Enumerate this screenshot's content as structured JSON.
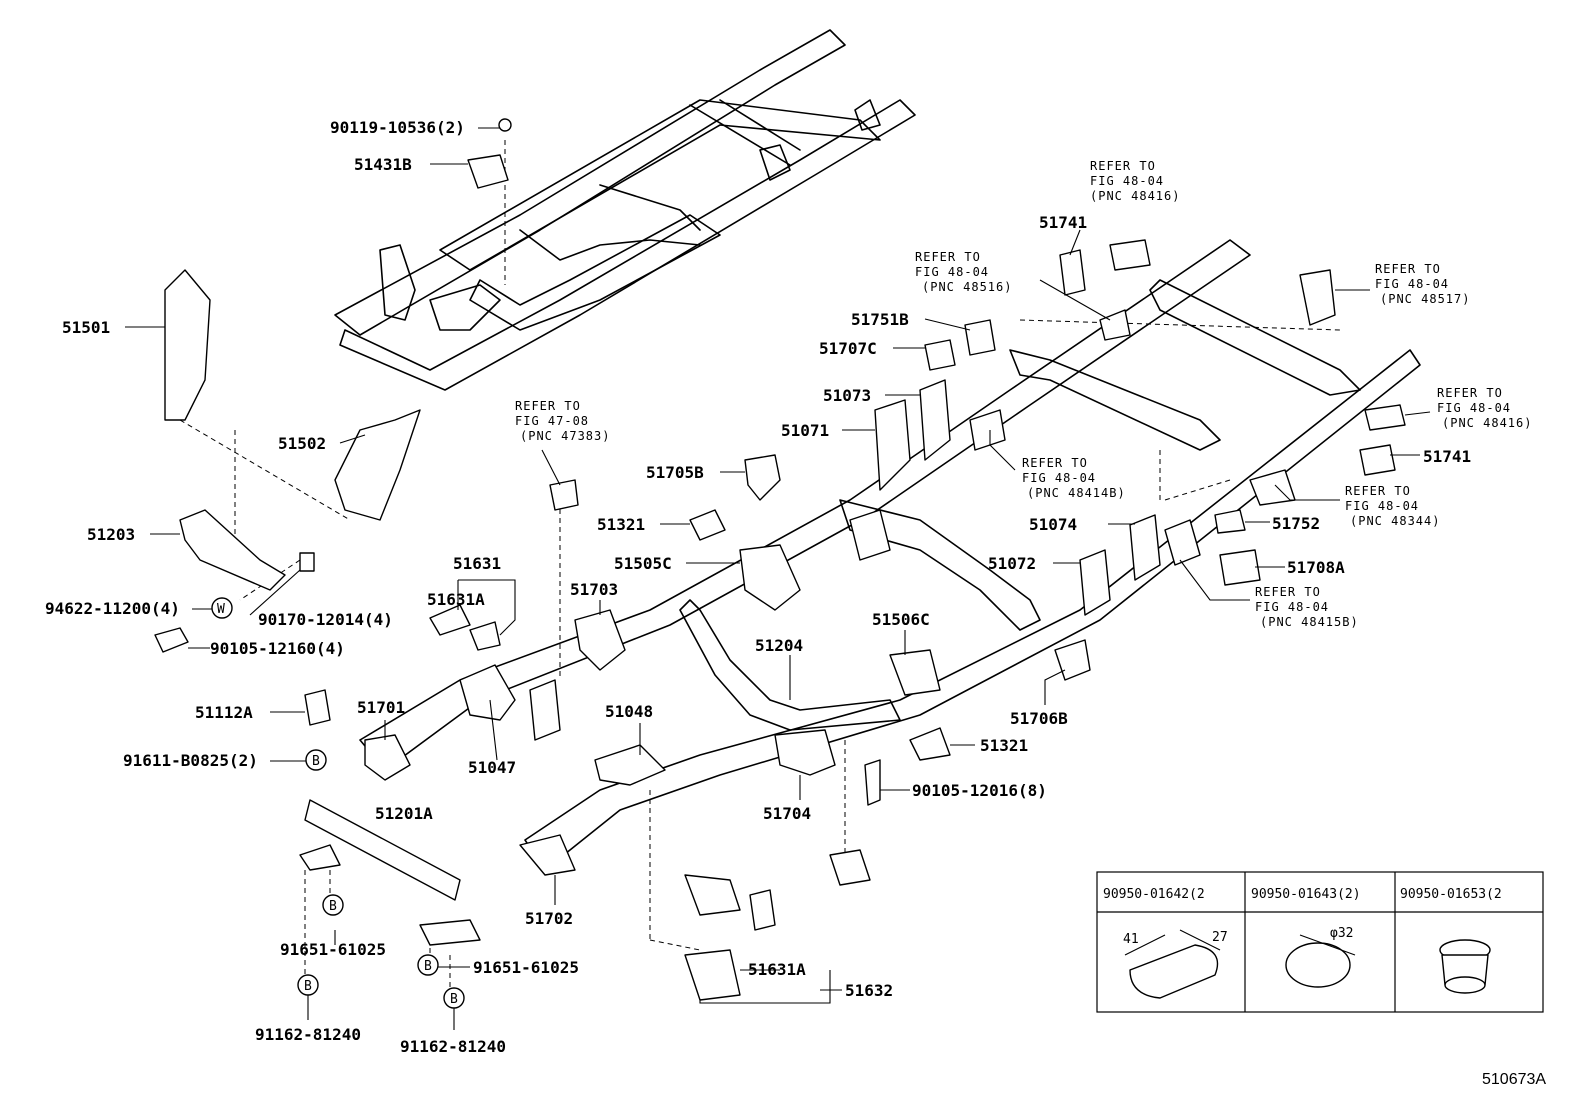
{
  "labels": {
    "l90119": "90119-10536(2)",
    "l51431B": "51431B",
    "l51501": "51501",
    "l51502": "51502",
    "l51203": "51203",
    "l94622": "94622-11200(4)",
    "l90170": "90170-12014(4)",
    "l90105a": "90105-12160(4)",
    "l51112A": "51112A",
    "l91611": "91611-B0825(2)",
    "l51701": "51701",
    "l51047": "51047",
    "l51631": "51631",
    "l51631A": "51631A",
    "l51703": "51703",
    "l51321a": "51321",
    "l51505C": "51505C",
    "l51705B": "51705B",
    "l51048": "51048",
    "l51204": "51204",
    "l51201A": "51201A",
    "l91651a": "91651-61025",
    "l91651b": "91651-61025",
    "l91162a": "91162-81240",
    "l91162b": "91162-81240",
    "l51702": "51702",
    "l51704": "51704",
    "l51631A2": "51631A",
    "l51632": "51632",
    "l90105b": "90105-12016(8)",
    "l51321b": "51321",
    "l51506C": "51506C",
    "l51706B": "51706B",
    "l51071": "51071",
    "l51073": "51073",
    "l51707C": "51707C",
    "l51751B": "51751B",
    "l51741a": "51741",
    "l51741b": "51741",
    "l51074": "51074",
    "l51072": "51072",
    "l51752": "51752",
    "l51708A": "51708A"
  },
  "refs": {
    "r47383": [
      "REFER TO",
      "FIG 47-08",
      "(PNC 47383)"
    ],
    "r48416a": [
      "REFER TO",
      "FIG 48-04",
      "(PNC 48416)"
    ],
    "r48516": [
      "REFER TO",
      "FIG 48-04",
      "(PNC 48516)"
    ],
    "r48517": [
      "REFER TO",
      "FIG 48-04",
      "(PNC 48517)"
    ],
    "r48416b": [
      "REFER TO",
      "FIG 48-04",
      "(PNC 48416)"
    ],
    "r48414B": [
      "REFER TO",
      "FIG 48-04",
      "(PNC 48414B)"
    ],
    "r48344": [
      "REFER TO",
      "FIG 48-04",
      "(PNC 48344)"
    ],
    "r48415B": [
      "REFER TO",
      "FIG 48-04",
      "(PNC 48415B)"
    ]
  },
  "markers": {
    "B": "B",
    "W": "W"
  },
  "plug_table": {
    "headers": [
      "90950-01642(2",
      "90950-01643(2)",
      "90950-01653(2"
    ],
    "dims": {
      "a": "41",
      "b": "27",
      "phi": "φ32"
    }
  },
  "diagram_id": "510673A"
}
